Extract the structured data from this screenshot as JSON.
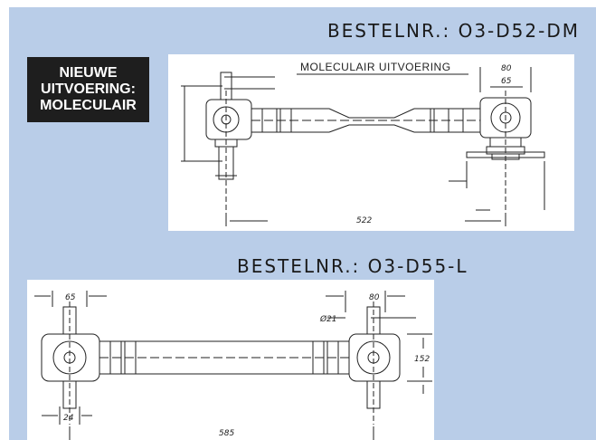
{
  "top": {
    "order_number": "BESTELNR.: O3-D52-DM",
    "badge_lines": [
      "NIEUWE",
      "UITVOERING:",
      "MOLECULAIR"
    ],
    "drawing_caption": "MOLECULAIR UITVOERING",
    "dim_80": "80",
    "dim_65": "65",
    "dim_522": "522"
  },
  "bottom": {
    "order_number": "BESTELNR.: O3-D55-L",
    "dim_65": "65",
    "dim_80": "80",
    "dim_21": "Ø21",
    "dim_152": "152",
    "dim_24": "24",
    "dim_585": "585"
  },
  "colors": {
    "panel": "#b9cde8",
    "badge": "#1e1e1e"
  }
}
